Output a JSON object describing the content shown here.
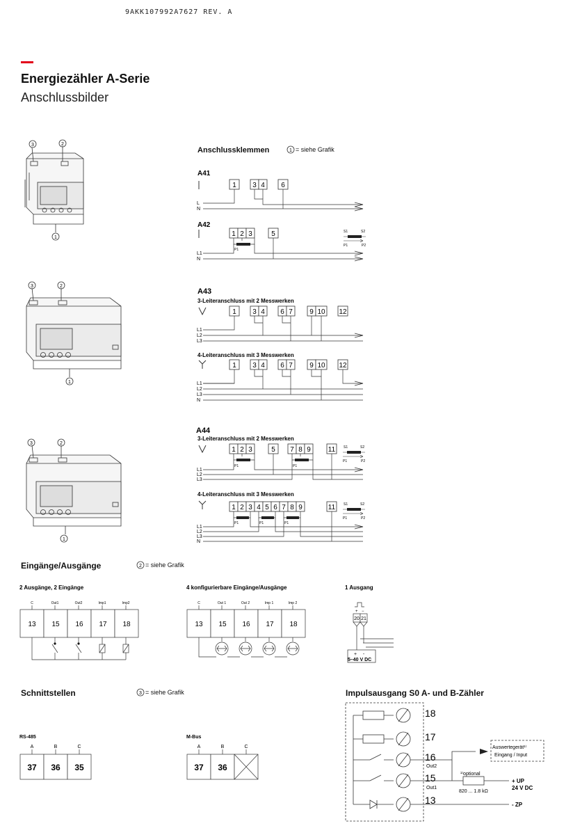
{
  "header": {
    "doc_id": "9AKK107992A7627 REV. A",
    "title": "Energiezähler A-Serie",
    "subtitle": "Anschlussbilder"
  },
  "device_callouts": {
    "c1": "1",
    "c2": "2",
    "c3": "3"
  },
  "terminals_section": {
    "heading": "Anschlussklemmen",
    "note": "= siehe Grafik",
    "A41": {
      "label": "A41",
      "terms": [
        "1",
        "3",
        "4",
        "6"
      ],
      "lines": [
        "L",
        "N"
      ]
    },
    "A42": {
      "label": "A42",
      "terms": [
        "1",
        "2",
        "3",
        "5"
      ],
      "lines": [
        "L1",
        "N"
      ],
      "p1": "P1",
      "s1": "S1",
      "s2": "S2",
      "p1b": "P1",
      "p2": "P2"
    },
    "A43": {
      "label": "A43",
      "sub1": "3-Leiteranschluss mit 2 Messwerken",
      "sub2": "4-Leiteranschluss mit 3 Messwerken",
      "terms": [
        "1",
        "3",
        "4",
        "6",
        "7",
        "9",
        "10",
        "12"
      ],
      "lines3": [
        "L1",
        "L2",
        "L3"
      ],
      "lines4": [
        "L1",
        "L2",
        "L3",
        "N"
      ]
    },
    "A44": {
      "label": "A44",
      "sub1": "3-Leiteranschluss mit 2 Messwerken",
      "sub2": "4-Leiteranschluss mit 3 Messwerken",
      "terms1": [
        "1",
        "2",
        "3",
        "5",
        "7",
        "8",
        "9",
        "11"
      ],
      "terms2": [
        "1",
        "2",
        "3",
        "4",
        "5",
        "6",
        "7",
        "8",
        "9",
        "11"
      ],
      "lines3": [
        "L1",
        "L2",
        "L3"
      ],
      "lines4": [
        "L1",
        "L2",
        "L3",
        "N"
      ],
      "p1": "P1",
      "s1": "S1",
      "s2": "S2",
      "p1b": "P1",
      "p2": "P2"
    }
  },
  "io_section": {
    "heading": "Eingänge/Ausgänge",
    "note": "= siehe Grafik",
    "g1": {
      "title": "2 Ausgänge, 2 Eingänge",
      "top": [
        "C",
        "Out1",
        "Out2",
        "Imp1",
        "Imp2"
      ],
      "terms": [
        "13",
        "15",
        "16",
        "17",
        "18"
      ]
    },
    "g2": {
      "title": "4 konfigurierbare Eingänge/Ausgänge",
      "top": [
        "C",
        "Out 1",
        "Out 2",
        "Imp 1",
        "Imp 2"
      ],
      "terms": [
        "13",
        "15",
        "16",
        "17",
        "18"
      ]
    },
    "g3": {
      "title": "1 Ausgang",
      "plus": "+",
      "minus": "−",
      "terms": [
        "20",
        "21"
      ],
      "psu_plus": "+",
      "psu_minus": "-",
      "psu": "5–40 V DC"
    }
  },
  "interfaces": {
    "heading": "Schnittstellen",
    "note": "= siehe Grafik",
    "rs485": {
      "title": "RS-485",
      "top": [
        "A",
        "B",
        "C"
      ],
      "terms": [
        "37",
        "36",
        "35"
      ]
    },
    "mbus": {
      "title": "M-Bus",
      "top": [
        "A",
        "B",
        "C"
      ],
      "terms": [
        "37",
        "36"
      ]
    }
  },
  "impulse": {
    "heading": "Impulsausgang S0 A- und B-Zähler",
    "terms": [
      "18",
      "17",
      "16",
      "15",
      "13"
    ],
    "out2": "Out2",
    "out1": "Out1",
    "eval1": "Auswertegerät¹⁾",
    "eval2": "Eingang / Input",
    "optional": "¹⁾optional",
    "resistor": "820 ... 1.8 kΩ",
    "up": "+ UP",
    "vdc": "24 V DC",
    "zp": "- ZP"
  }
}
